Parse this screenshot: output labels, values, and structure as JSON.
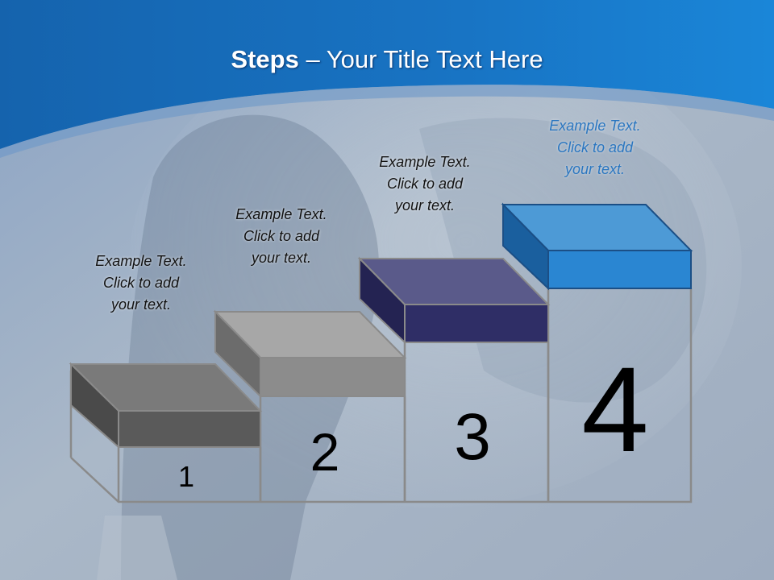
{
  "title": {
    "bold": "Steps",
    "rest": " – Your Title Text Here"
  },
  "steps": [
    {
      "number": "1",
      "caption": [
        "Example Text.",
        "Click  to add",
        "your text."
      ]
    },
    {
      "number": "2",
      "caption": [
        "Example Text.",
        "Click  to add",
        "your text."
      ]
    },
    {
      "number": "3",
      "caption": [
        "Example Text.",
        "Click  to add",
        "your text."
      ]
    },
    {
      "number": "4",
      "caption": [
        "Example Text.",
        "Click  to add",
        "your text."
      ]
    }
  ],
  "colors": {
    "header": "#1874c4",
    "step1": "#555555",
    "step2": "#8c8c8c",
    "step3": "#2f2e66",
    "step4": "#2a86d2",
    "outline": "#8a8a8a"
  }
}
